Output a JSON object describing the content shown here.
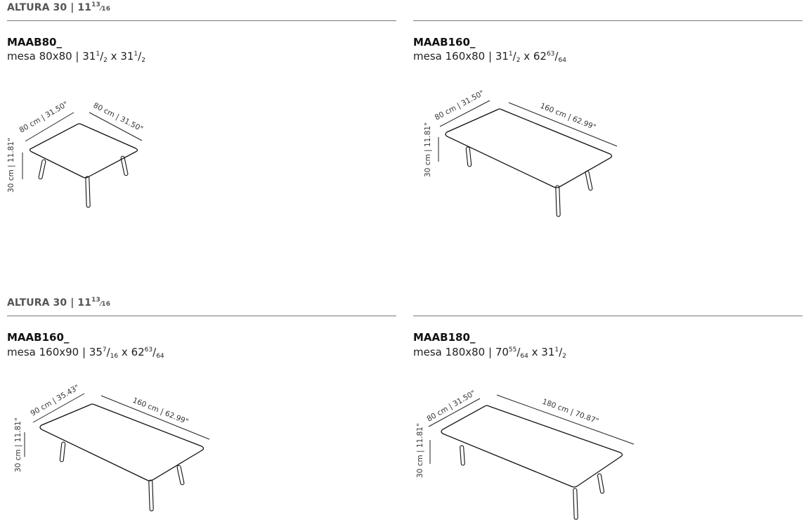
{
  "sections": [
    {
      "label_main": "ALTURA 30 | 11",
      "label_sup": "13",
      "label_sub": "⁄16"
    },
    {
      "label_main": "ALTURA 30 | 11",
      "label_sup": "13",
      "label_sub": "⁄16"
    }
  ],
  "products": [
    {
      "code": "MAAB80_",
      "dims": {
        "base": "mesa 80x80 | ",
        "p1": "31",
        "p1_sup": "1",
        "p1_mid": "/",
        "p1_sub": "2",
        "sep": " x ",
        "p2": "31",
        "p2_sup": "1",
        "p2_mid": "/",
        "p2_sub": "2"
      },
      "labels": {
        "depth": "80 cm | 31.50\"",
        "width": "80 cm | 31.50\"",
        "height": "30 cm | 11.81\""
      }
    },
    {
      "code": "MAAB160_",
      "dims": {
        "base": "mesa 160x80 | ",
        "p1": "31",
        "p1_sup": "1",
        "p1_mid": "/",
        "p1_sub": "2",
        "sep": " x ",
        "p2": "62",
        "p2_sup": "63",
        "p2_mid": "/",
        "p2_sub": "64"
      },
      "labels": {
        "depth": "80 cm | 31.50\"",
        "width": "160 cm | 62.99\"",
        "height": "30 cm | 11.81\""
      }
    },
    {
      "code": "MAAB160_",
      "dims": {
        "base": "mesa 160x90 | ",
        "p1": "35",
        "p1_sup": "7",
        "p1_mid": "/",
        "p1_sub": "16",
        "sep": " x ",
        "p2": "62",
        "p2_sup": "63",
        "p2_mid": "/",
        "p2_sub": "64"
      },
      "labels": {
        "depth": "90 cm | 35.43\"",
        "width": "160 cm | 62.99\"",
        "height": "30 cm | 11.81\""
      }
    },
    {
      "code": "MAAB180_",
      "dims": {
        "base": "mesa 180x80 | ",
        "p1": "70",
        "p1_sup": "55",
        "p1_mid": "/",
        "p1_sub": "64",
        "sep": " x ",
        "p2": "31",
        "p2_sup": "1",
        "p2_mid": "/",
        "p2_sub": "2"
      },
      "labels": {
        "depth": "80 cm | 31.50\"",
        "width": "180 cm | 70.87\"",
        "height": "30 cm | 11.81\""
      }
    }
  ]
}
